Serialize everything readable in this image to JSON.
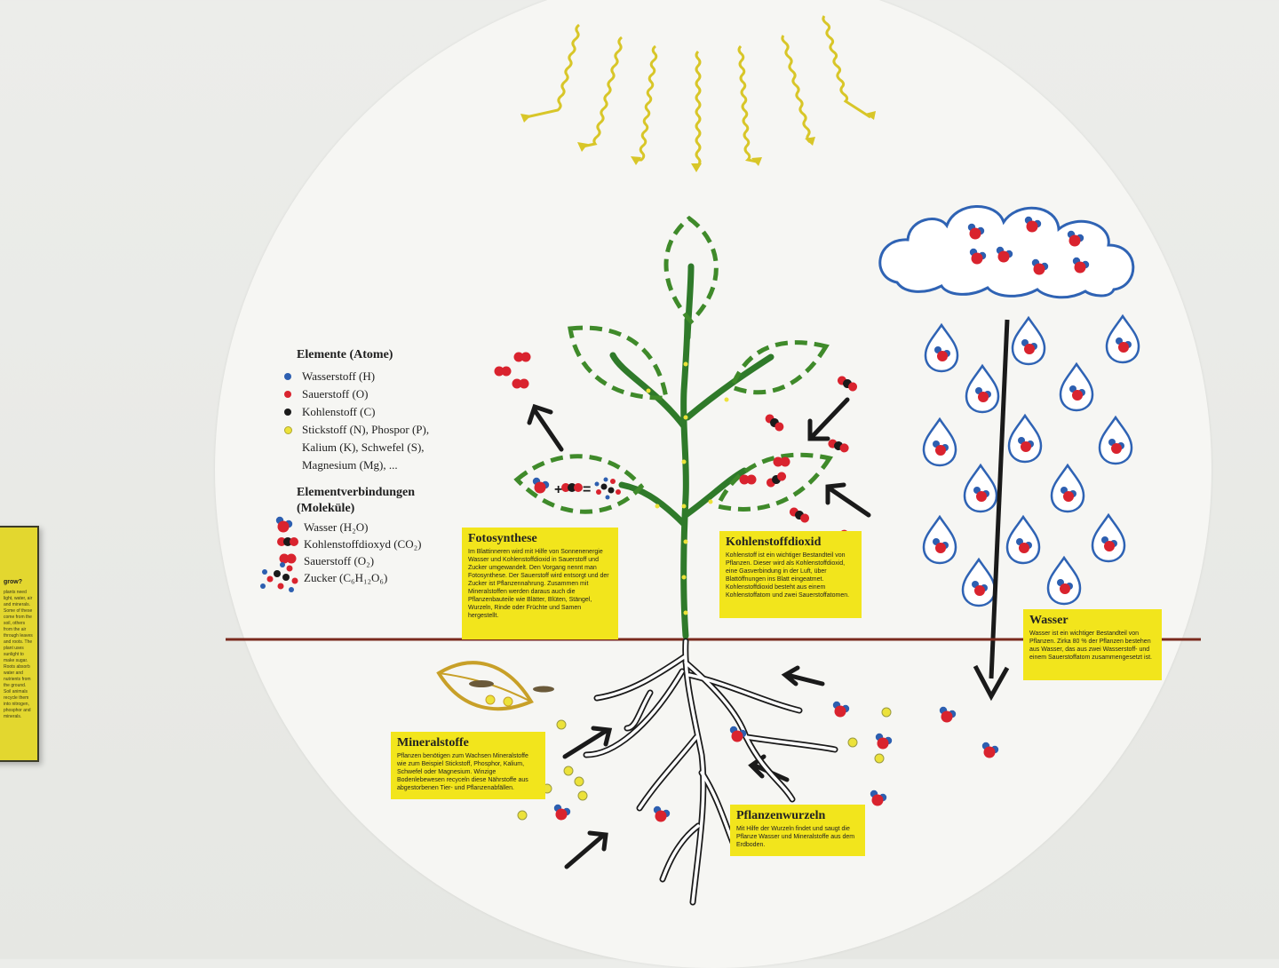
{
  "legend": {
    "atoms_title": "Elemente (Atome)",
    "atoms": [
      {
        "label": "Wasserstoff (H)",
        "color": "#2d5fb0"
      },
      {
        "label": "Sauerstoff (O)",
        "color": "#d9232e"
      },
      {
        "label": "Kohlenstoff (C)",
        "color": "#1a1a1a"
      },
      {
        "label": "Stickstoff (N), Phospor (P),",
        "color": "#ece23a"
      }
    ],
    "atoms_cont": [
      "Kalium (K), Schwefel (S),",
      "Magnesium (Mg), ..."
    ],
    "molecules_title_1": "Elementverbindungen",
    "molecules_title_2": "(Moleküle)",
    "molecules": [
      "Wasser (H₂O)",
      "Kohlenstoffdioxyd (CO₂)",
      "Sauerstoff (O₂)",
      "Zucker (C₆H₁₂O₆)"
    ]
  },
  "boxes": {
    "fotosynthese": {
      "title": "Fotosynthese",
      "body": "Im Blattinneren wird mit Hilfe von Sonnenenergie Wasser und Kohlenstoffdioxid in Sauerstoff und Zucker umgewandelt. Den Vorgang nennt man Fotosynthese. Der Sauerstoff wird entsorgt und der Zucker ist Pflanzennahrung. Zusammen mit Mineralstoffen werden daraus auch die Pflanzenbauteile wie Blätter, Blüten, Stängel, Wurzeln, Rinde oder Früchte und Samen hergestellt."
    },
    "kohlenstoffdioxid": {
      "title": "Kohlenstoffdioxid",
      "body": "Kohlenstoff ist ein wichtiger Bestandteil von Pflanzen. Dieser wird als Kohlenstoffdioxid, eine Gasverbindung in der Luft, über Blattöffnungen ins Blatt eingeatmet. Kohlenstoffdioxid besteht aus einem Kohlenstoffatom und zwei Sauerstoffatomen."
    },
    "wasser": {
      "title": "Wasser",
      "body": "Wasser ist ein wichtiger Bestandteil von Pflanzen. Zirka 80 % der Pflanzen bestehen aus Wasser, das aus zwei Wasserstoff- und einem Sauerstoffatom zusammengesetzt ist."
    },
    "mineralstoffe": {
      "title": "Mineralstoffe",
      "body": "Pflanzen benötigen zum Wachsen Mineralstoffe wie zum Beispiel Stickstoff, Phosphor, Kalium, Schwefel oder Magnesium. Winzige Bodenlebewesen recyceln diese Nährstoffe aus abgestorbenen Tier- und Pflanzenabfällen."
    },
    "pflanzenwurzeln": {
      "title": "Pflanzenwurzeln",
      "body": "Mit Hilfe der Wurzeln findet und saugt die Pflanze Wasser und Mineralstoffe aus dem Erdboden."
    }
  },
  "equation": {
    "plus": "+",
    "equals": "="
  },
  "side_panel": {
    "title": "grow?",
    "text": "plants need light, water, air and minerals. Some of these come from the soil, others from the air through leaves and roots. The plant uses sunlight to make sugar. Roots absorb water and nutrients from the ground. Soil animals recycle them into nitrogen, phosphor and minerals."
  },
  "colors": {
    "hydrogen": "#2d5fb0",
    "oxygen": "#d9232e",
    "carbon": "#1a1a1a",
    "mineral": "#ece23a",
    "leaf_green": "#3f8a2a",
    "stem_green": "#2f7a2a",
    "sun_yellow": "#d8c628",
    "cloud_blue": "#2f63b4",
    "soil_line": "#7a2a1e",
    "box_yellow": "#f2e51c"
  }
}
